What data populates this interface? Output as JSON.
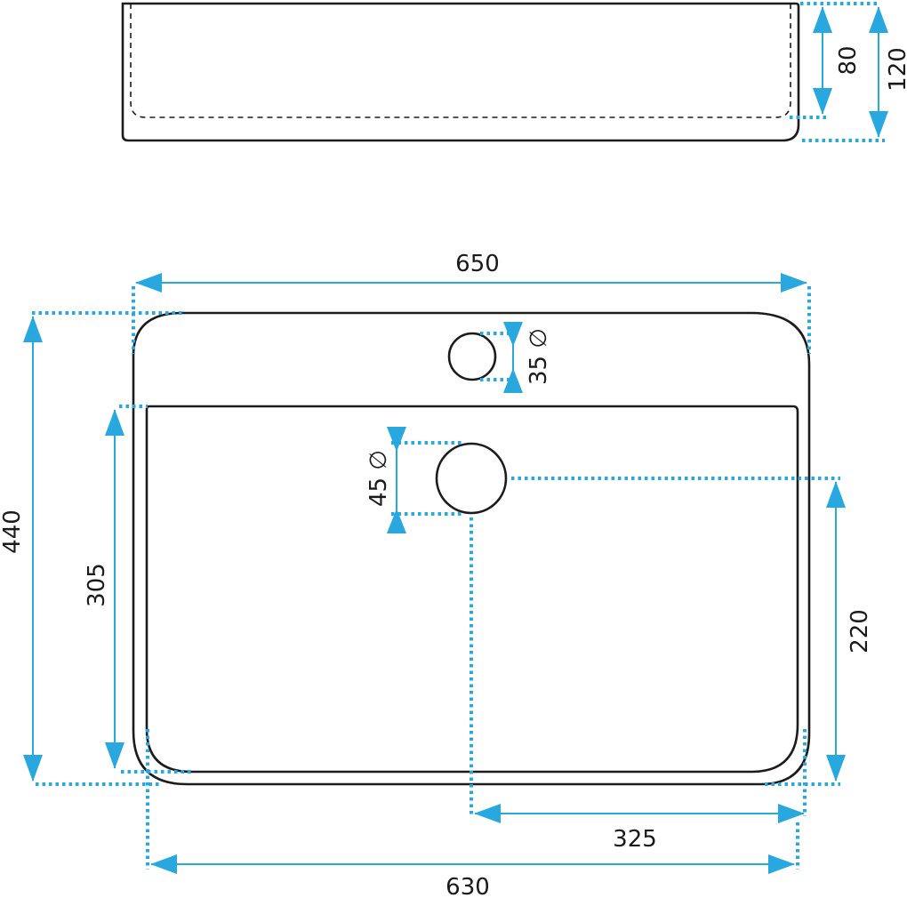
{
  "colors": {
    "dimension": "#29a8e0",
    "outline": "#1c1c1c",
    "background": "#ffffff"
  },
  "side_view": {
    "height_inner": "80",
    "height_total": "120"
  },
  "top_view": {
    "width_top": "650",
    "depth_total": "440",
    "depth_bowl": "305",
    "drain_offset_y": "220",
    "drain_offset_x": "325",
    "width_bottom": "630",
    "tap_hole": "35",
    "drain_hole": "45",
    "diameter_symbol": "∅"
  }
}
